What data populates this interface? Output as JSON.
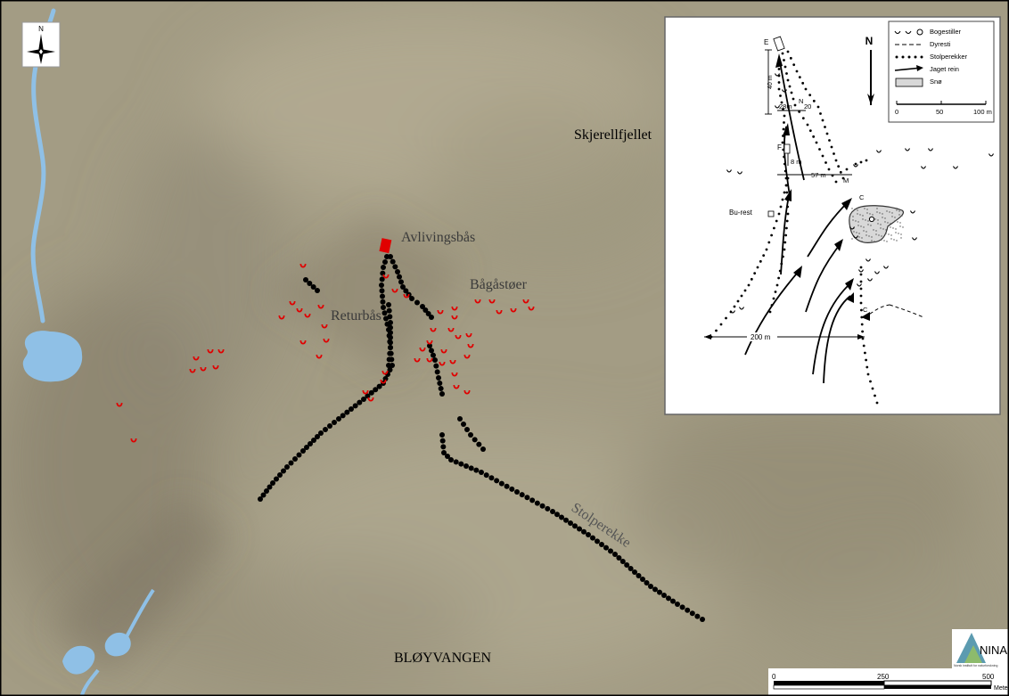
{
  "map": {
    "place_names": {
      "skjerellfjellet": "Skjerellfjellet",
      "avlivingsbas": "Avlivingsbås",
      "bagastoer": "Bågåstøer",
      "returbas": "Returbås",
      "stolperekke": "Stolperekke",
      "bloyvangen": "BLØYVANGEN"
    },
    "north_arrow_label": "N",
    "colors": {
      "terrain": "#a39c84",
      "water": "#8fc0e6",
      "posts": "#000000",
      "bowstands": "#e00000",
      "kill_pen": "#e00000"
    },
    "scale_bar": {
      "ticks": [
        "0",
        "250",
        "500"
      ],
      "unit": "Mete"
    },
    "logo": {
      "text": "NINA",
      "subtext": "Norsk institutt for naturforskning"
    }
  },
  "inset": {
    "north_label": "N",
    "legend": {
      "items": [
        "Bogestiller",
        "Dyresti",
        "Stolperekker",
        "Jaget rein",
        "Snø"
      ],
      "scale_ticks": [
        "0",
        "50",
        "100 m"
      ]
    },
    "labels": {
      "e": "E",
      "f": "F",
      "m": "M",
      "n": "N",
      "c1": "C",
      "c2": "C",
      "dist_40": "40 m",
      "dist_28": "28m",
      "dist_20": "20",
      "dist_8": "8 m",
      "dist_57": "57 m",
      "dist_200": "200 m",
      "burest": "Bu-rest"
    }
  }
}
